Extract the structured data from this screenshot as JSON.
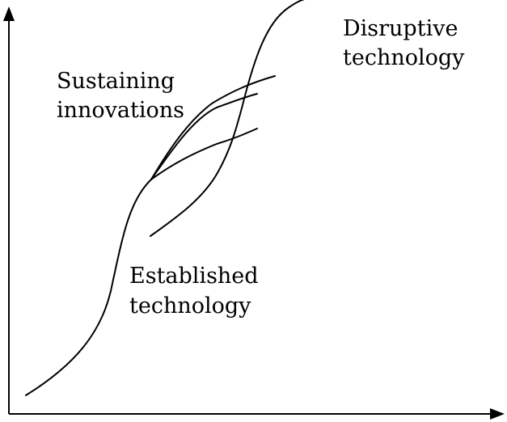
{
  "labels": {
    "disruptive_line1": "Disruptive",
    "disruptive_line2": "technology",
    "sustaining_line1": "Sustaining",
    "sustaining_line2": "innovations",
    "established_line1": "Established",
    "established_line2": "technology"
  },
  "colors": {
    "stroke": "#000000",
    "background": "#ffffff"
  }
}
